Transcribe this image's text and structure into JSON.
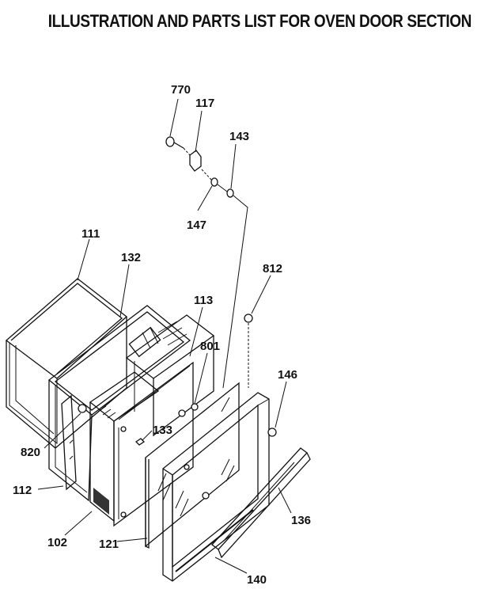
{
  "title": "ILLUSTRATION AND PARTS LIST FOR OVEN DOOR SECTION",
  "callouts": {
    "p770": "770",
    "p117": "117",
    "p143": "143",
    "p147": "147",
    "p111": "111",
    "p132": "132",
    "p812": "812",
    "p113": "113",
    "p801": "801",
    "p146": "146",
    "p133": "133",
    "p820": "820",
    "p112": "112",
    "p136": "136",
    "p102": "102",
    "p121": "121",
    "p140": "140"
  }
}
